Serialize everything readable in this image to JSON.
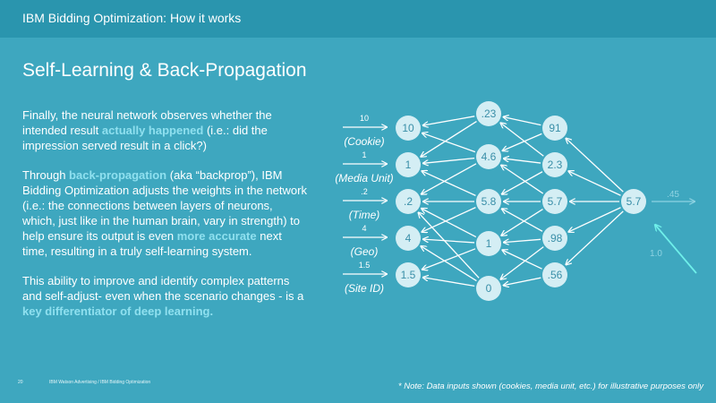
{
  "header": {
    "title": "IBM Bidding Optimization: How it works"
  },
  "title": "Self-Learning & Back-Propagation",
  "paragraphs": [
    [
      {
        "t": "Finally, the neural network observes whether the intended result ",
        "hl": false
      },
      {
        "t": "actually happened",
        "hl": true
      },
      {
        "t": " (i.e.: did the impression served result in a click?)",
        "hl": false
      }
    ],
    [
      {
        "t": "Through ",
        "hl": false
      },
      {
        "t": "back-propagation",
        "hl": true
      },
      {
        "t": " (aka “backprop”), IBM Bidding Optimization adjusts the weights in the network (i.e.: the connections between layers of neurons, which, just like in the human brain, vary in strength) to help ensure its output is even ",
        "hl": false
      },
      {
        "t": "more accurate",
        "hl": true
      },
      {
        "t": " next time, resulting in a truly self-learning system.",
        "hl": false
      }
    ],
    [
      {
        "t": "This ability to improve and identify complex patterns and self-adjust-  even when the scenario changes  - is a ",
        "hl": false
      },
      {
        "t": "key differentiator of deep learning.",
        "hl": true
      }
    ]
  ],
  "network": {
    "inputs": [
      {
        "value": "10",
        "label": "(Cookie)",
        "node": "10"
      },
      {
        "value": "1",
        "label": "(Media Unit)",
        "node": "1"
      },
      {
        "value": ".2",
        "label": "(Time)",
        "node": ".2"
      },
      {
        "value": "4",
        "label": "(Geo)",
        "node": "4"
      },
      {
        "value": "1.5",
        "label": "(Site ID)",
        "node": "1.5"
      }
    ],
    "hidden1": [
      ".23",
      "4.6",
      "5.8",
      "1",
      "0"
    ],
    "hidden2": [
      "91",
      "2.3",
      "5.7",
      ".98",
      ".56"
    ],
    "output": "5.7",
    "predicted": ".45",
    "actual": "1.0"
  },
  "colors": {
    "background": "#3ea7bf",
    "header": "#2a95ae",
    "highlight": "#8fe0ef",
    "node_fill": "#d4eef4",
    "node_text": "#3a8fa8",
    "actual_arrow": "#6ff0ea"
  },
  "footer": {
    "page": "20",
    "text": "IBM Watson Advertising / IBM Bidding Optimization",
    "note": "* Note:  Data inputs shown (cookies, media unit, etc.) for illustrative purposes only"
  }
}
